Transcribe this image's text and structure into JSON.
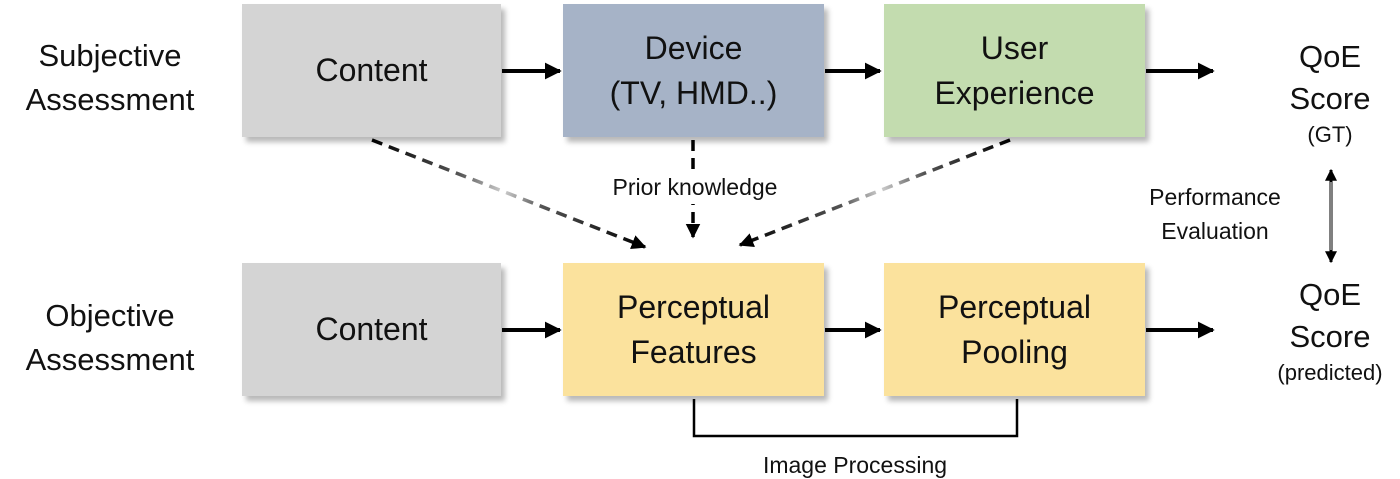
{
  "rows": {
    "subjective": {
      "line1": "Subjective",
      "line2": "Assessment"
    },
    "objective": {
      "line1": "Objective",
      "line2": "Assessment"
    }
  },
  "boxes": {
    "content_top": {
      "label": "Content",
      "color": "#d4d4d4"
    },
    "device": {
      "line1": "Device",
      "line2": "(TV, HMD..)",
      "color": "#a6b3c7"
    },
    "user_experience": {
      "line1": "User",
      "line2": "Experience",
      "color": "#c3dcaf"
    },
    "content_bottom": {
      "label": "Content",
      "color": "#d4d4d4"
    },
    "perceptual_features": {
      "line1": "Perceptual",
      "line2": "Features",
      "color": "#fbe29d"
    },
    "perceptual_pooling": {
      "line1": "Perceptual",
      "line2": "Pooling",
      "color": "#fbe29d"
    }
  },
  "scores": {
    "gt": {
      "line1": "QoE",
      "line2": "Score",
      "sub": "(GT)"
    },
    "predicted": {
      "line1": "QoE",
      "line2": "Score",
      "sub": "(predicted)"
    }
  },
  "labels": {
    "prior_knowledge": "Prior knowledge",
    "performance_line1": "Performance",
    "performance_line2": "Evaluation",
    "image_processing": "Image Processing"
  }
}
